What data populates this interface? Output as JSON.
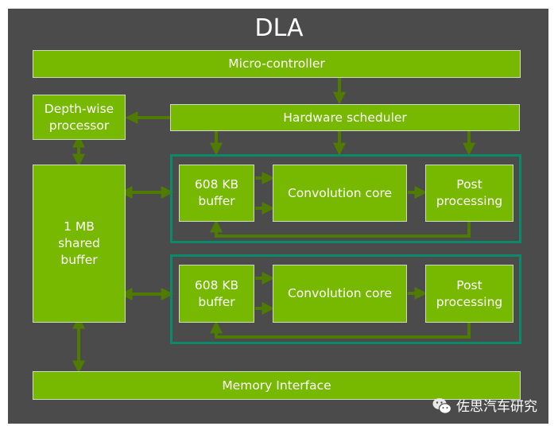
{
  "diagram": {
    "title": "DLA",
    "blocks": {
      "micro_controller": "Micro-controller",
      "hardware_scheduler": "Hardware scheduler",
      "depthwise_processor": "Depth-wise processor",
      "shared_buffer": "1 MB shared buffer",
      "memory_interface": "Memory Interface"
    },
    "clusters": [
      {
        "buffer": "608 KB buffer",
        "conv": "Convolution core",
        "post": "Post processing"
      },
      {
        "buffer": "608 KB buffer",
        "conv": "Convolution core",
        "post": "Post processing"
      }
    ],
    "colors": {
      "background": "#4b4b4b",
      "block": "#76b900",
      "arrow": "#4f7c00",
      "cluster_border": "#0b8a6b"
    }
  },
  "watermark": {
    "icon": "wechat-icon",
    "text": "佐思汽车研究"
  }
}
